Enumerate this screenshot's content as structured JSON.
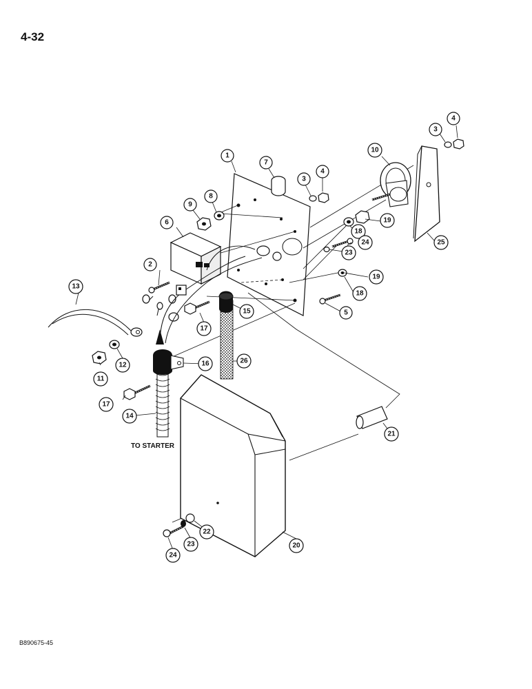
{
  "page_number": "4-32",
  "document_code": "B890675-45",
  "starter_label": "TO STARTER",
  "callouts": [
    {
      "id": "c1",
      "label": "1"
    },
    {
      "id": "c2",
      "label": "2"
    },
    {
      "id": "c3a",
      "label": "3"
    },
    {
      "id": "c3b",
      "label": "3"
    },
    {
      "id": "c4a",
      "label": "4"
    },
    {
      "id": "c4b",
      "label": "4"
    },
    {
      "id": "c5",
      "label": "5"
    },
    {
      "id": "c6",
      "label": "6"
    },
    {
      "id": "c7",
      "label": "7"
    },
    {
      "id": "c8",
      "label": "8"
    },
    {
      "id": "c9",
      "label": "9"
    },
    {
      "id": "c10",
      "label": "10"
    },
    {
      "id": "c11",
      "label": "11"
    },
    {
      "id": "c12",
      "label": "12"
    },
    {
      "id": "c13",
      "label": "13"
    },
    {
      "id": "c14",
      "label": "14"
    },
    {
      "id": "c15",
      "label": "15"
    },
    {
      "id": "c16",
      "label": "16"
    },
    {
      "id": "c17a",
      "label": "17"
    },
    {
      "id": "c17b",
      "label": "17"
    },
    {
      "id": "c18a",
      "label": "18"
    },
    {
      "id": "c18b",
      "label": "18"
    },
    {
      "id": "c19a",
      "label": "19"
    },
    {
      "id": "c19b",
      "label": "19"
    },
    {
      "id": "c20",
      "label": "20"
    },
    {
      "id": "c21",
      "label": "21"
    },
    {
      "id": "c22",
      "label": "22"
    },
    {
      "id": "c23a",
      "label": "23"
    },
    {
      "id": "c23b",
      "label": "23"
    },
    {
      "id": "c24a",
      "label": "24"
    },
    {
      "id": "c24b",
      "label": "24"
    },
    {
      "id": "c25",
      "label": "25"
    },
    {
      "id": "c26",
      "label": "26"
    }
  ]
}
